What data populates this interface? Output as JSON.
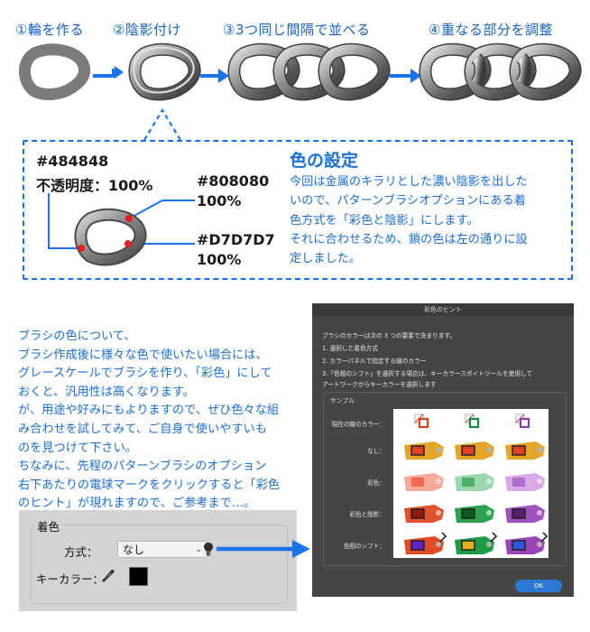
{
  "steps": [
    {
      "label": "①輪を作る"
    },
    {
      "label": "②陰影付け"
    },
    {
      "label": "③3つ同じ間隔で並べる"
    },
    {
      "label": "④重なる部分を調整"
    }
  ],
  "colors_box": {
    "hex1": "#484848",
    "opacity1": "不透明度：100%",
    "hex2": "#808080",
    "pct2": "100%",
    "hex3": "#D7D7D7",
    "pct3": "100%",
    "title": "色の設定",
    "lines": [
      "今回は金属のキラリとした濃い陰影を出した",
      "いので、パターンブラシオプションにある着",
      "色方式を「彩色と陰影」にします。",
      "それに合わせるため、鎖の色は左の通りに設",
      "定しました。"
    ],
    "chain_colors": {
      "dark": "#484848",
      "mid": "#808080",
      "light": "#D7D7D7"
    }
  },
  "left_text": [
    "ブラシの色について、",
    "ブラシ作成後に様々な色で使いたい場合には、",
    "グレースケールでブラシを作り、「彩色」にして",
    "おくと、汎用性は高くなります。",
    "が、用途や好みにもよりますので、ぜひ色々な組",
    "み合わせを試してみて、ご自身で使いやすいも",
    "のを見つけて下さい。",
    "ちなみに、先程のパターンブラシのオプション",
    "右下あたりの電球マークをクリックすると「彩色",
    "のヒント」が現れますので、ご参考まで…。"
  ],
  "panel": {
    "legend": "着色",
    "method_label": "方式：",
    "method_value": "なし",
    "key_color_label": "キーカラー：",
    "bulb_icon": "lightbulb-icon",
    "eyedropper_icon": "eyedropper-icon",
    "key_color": "#000000"
  },
  "dialog": {
    "title": "彩色のヒント",
    "messages": [
      "ブラシのカラーは次の 3 つの要素で決まります。",
      "1. 選択した着色方式",
      "2. カラーパネルで指定する線のカラー",
      "3.「色相のシフト」を選択する場合は、キーカラースポイトツールを使用して",
      "アートワークからキーカラーを選択します"
    ],
    "sample_label": "サンプル",
    "rows": [
      "現在の線のカラー：",
      "なし：",
      "彩色：",
      "彩色と陰影：",
      "色相のシフト："
    ],
    "swatch_colors": [
      "#d84020",
      "#1b8a3a",
      "#8c3fa6"
    ],
    "ok_label": "OK"
  },
  "accent_color": "#1565c8"
}
